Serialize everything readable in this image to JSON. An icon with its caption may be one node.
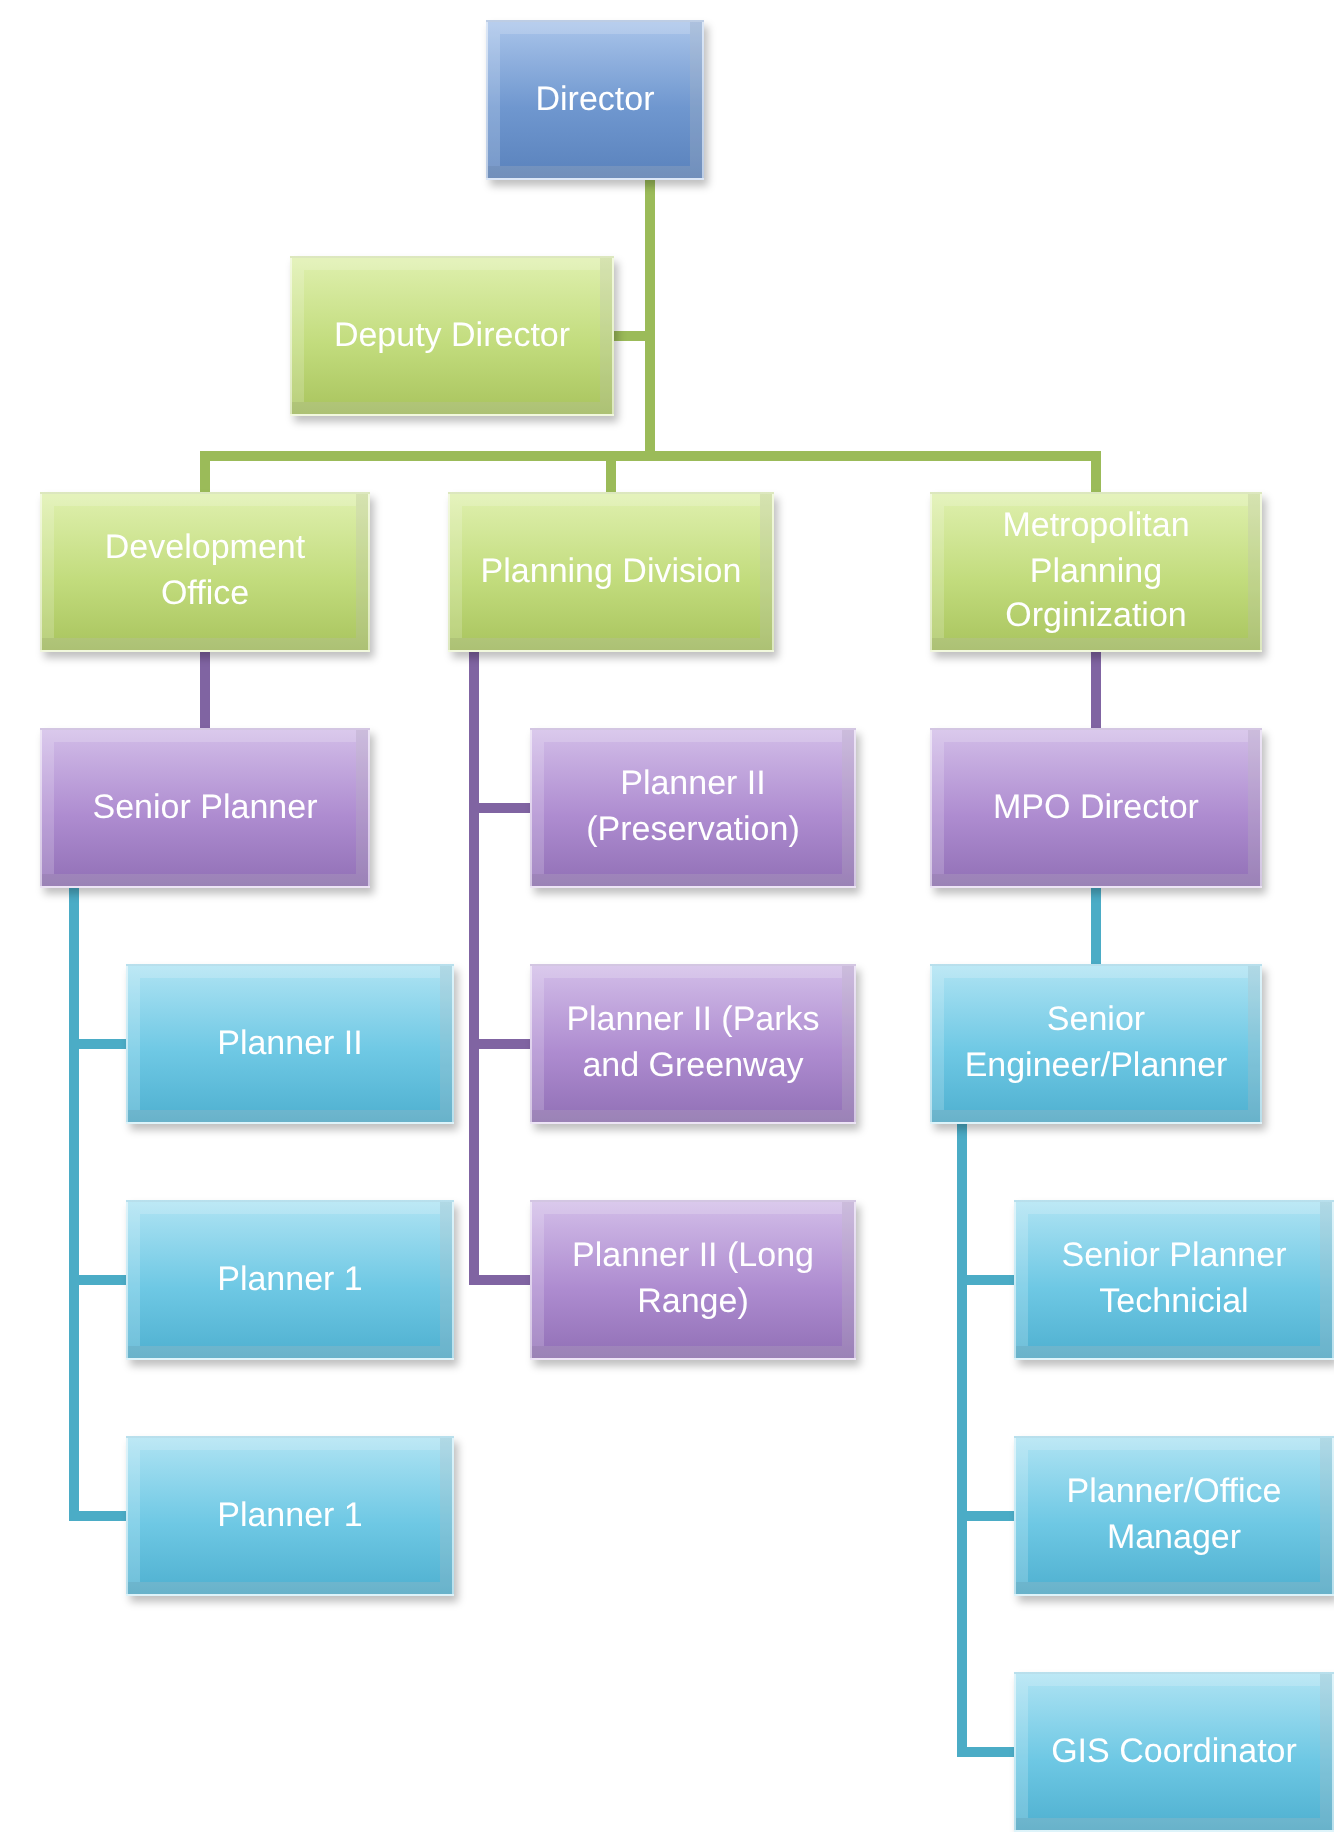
{
  "diagram": {
    "nodes": [
      {
        "text": [
          "Director"
        ]
      },
      {
        "text": [
          "Deputy Director"
        ]
      },
      {
        "text": [
          "Development Office"
        ]
      },
      {
        "text": [
          "Planning Division"
        ]
      },
      {
        "text": [
          "Metropolitan Planning Orginization"
        ]
      },
      {
        "text": [
          "Senior Planner"
        ]
      },
      {
        "text": [
          "Planner II (Preservation)"
        ]
      },
      {
        "text": [
          "Planner II (Parks and Greenway"
        ]
      },
      {
        "text": [
          "Planner II (Long Range)"
        ]
      },
      {
        "text": [
          "MPO Director"
        ]
      },
      {
        "text": [
          "Planner II"
        ]
      },
      {
        "text": [
          "Planner 1"
        ]
      },
      {
        "text": [
          "Planner 1"
        ]
      },
      {
        "text": [
          "Senior Engineer/Planner"
        ]
      },
      {
        "text": [
          "Senior Planner Technicial"
        ]
      },
      {
        "text": [
          "Planner/Office Manager"
        ]
      },
      {
        "text": [
          "GIS Coordinator"
        ]
      }
    ],
    "edges": [
      {
        "from": 0,
        "to": 1,
        "arrow": "none",
        "color": "#9bbb59"
      },
      {
        "from": 0,
        "to": 2,
        "arrow": "none",
        "color": "#9bbb59"
      },
      {
        "from": 0,
        "to": 3,
        "arrow": "none",
        "color": "#9bbb59"
      },
      {
        "from": 0,
        "to": 4,
        "arrow": "none",
        "color": "#9bbb59"
      },
      {
        "from": 2,
        "to": 5,
        "arrow": "none",
        "color": "#8064a2"
      },
      {
        "from": 3,
        "to": 6,
        "arrow": "none",
        "color": "#8064a2"
      },
      {
        "from": 3,
        "to": 7,
        "arrow": "none",
        "color": "#8064a2"
      },
      {
        "from": 3,
        "to": 8,
        "arrow": "none",
        "color": "#8064a2"
      },
      {
        "from": 4,
        "to": 9,
        "arrow": "none",
        "color": "#8064a2"
      },
      {
        "from": 5,
        "to": 10,
        "arrow": "none"
      },
      {
        "from": 5,
        "to": 11,
        "arrow": "none"
      },
      {
        "from": 5,
        "to": 12,
        "arrow": "none"
      },
      {
        "from": 9,
        "to": 13,
        "arrow": "none"
      },
      {
        "from": 13,
        "to": 14,
        "arrow": "none"
      },
      {
        "from": 13,
        "to": 15,
        "arrow": "none"
      },
      {
        "from": 13,
        "to": 16,
        "arrow": "none"
      }
    ]
  }
}
